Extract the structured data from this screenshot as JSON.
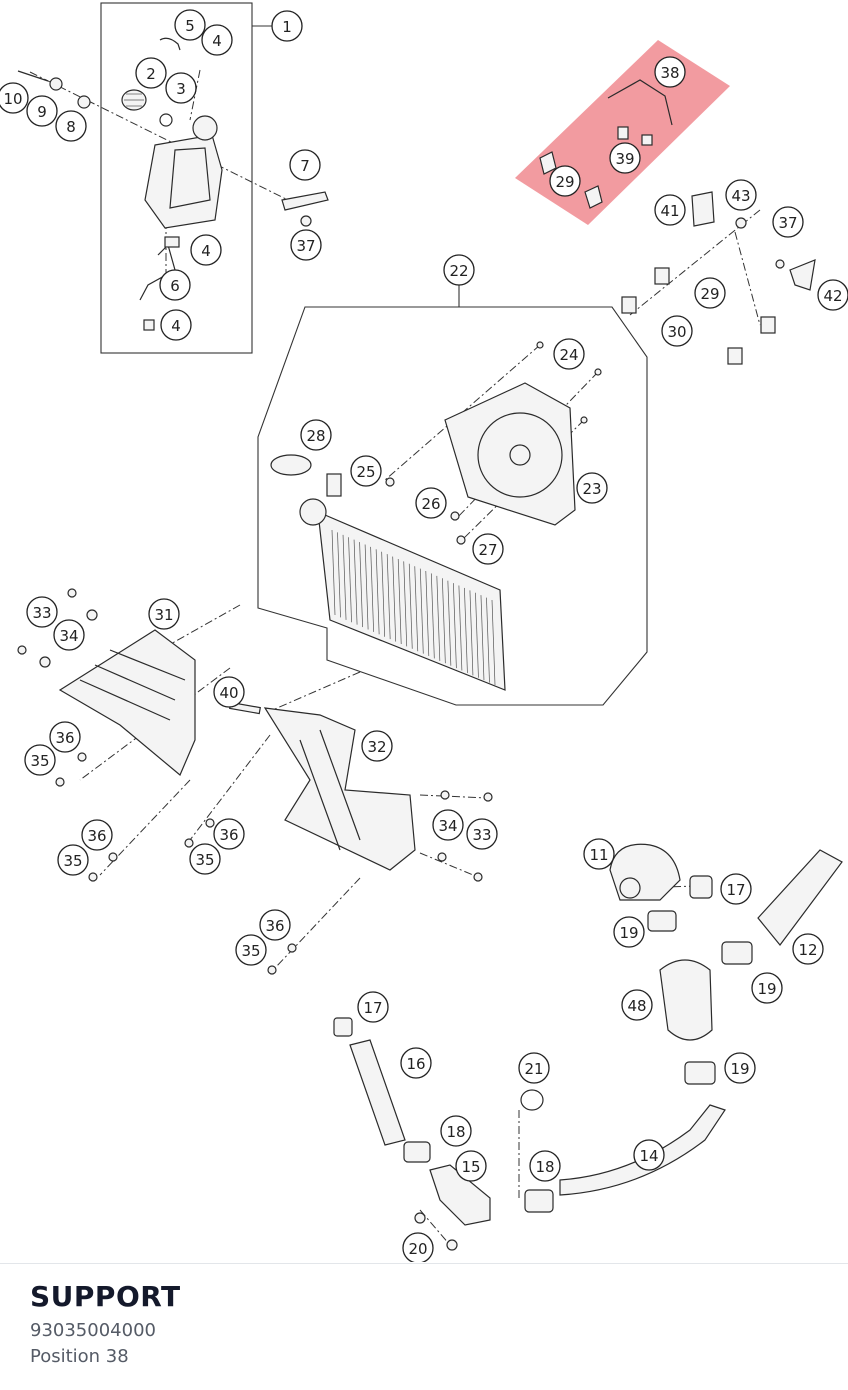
{
  "diagram": {
    "highlight_color": "#f08a8f",
    "callouts": [
      {
        "id": "c1",
        "label": "1"
      },
      {
        "id": "c5",
        "label": "5"
      },
      {
        "id": "c4a",
        "label": "4"
      },
      {
        "id": "c2",
        "label": "2"
      },
      {
        "id": "c3",
        "label": "3"
      },
      {
        "id": "c10",
        "label": "10"
      },
      {
        "id": "c9",
        "label": "9"
      },
      {
        "id": "c8",
        "label": "8"
      },
      {
        "id": "c7",
        "label": "7"
      },
      {
        "id": "c37a",
        "label": "37"
      },
      {
        "id": "c4b",
        "label": "4"
      },
      {
        "id": "c6",
        "label": "6"
      },
      {
        "id": "c4c",
        "label": "4"
      },
      {
        "id": "c38",
        "label": "38"
      },
      {
        "id": "c39",
        "label": "39"
      },
      {
        "id": "c29a",
        "label": "29"
      },
      {
        "id": "c41",
        "label": "41"
      },
      {
        "id": "c43",
        "label": "43"
      },
      {
        "id": "c37b",
        "label": "37"
      },
      {
        "id": "c29b",
        "label": "29"
      },
      {
        "id": "c42",
        "label": "42"
      },
      {
        "id": "c30",
        "label": "30"
      },
      {
        "id": "c22",
        "label": "22"
      },
      {
        "id": "c24",
        "label": "24"
      },
      {
        "id": "c28",
        "label": "28"
      },
      {
        "id": "c25",
        "label": "25"
      },
      {
        "id": "c23",
        "label": "23"
      },
      {
        "id": "c26",
        "label": "26"
      },
      {
        "id": "c27",
        "label": "27"
      },
      {
        "id": "c33a",
        "label": "33"
      },
      {
        "id": "c31",
        "label": "31"
      },
      {
        "id": "c34a",
        "label": "34"
      },
      {
        "id": "c40",
        "label": "40"
      },
      {
        "id": "c36a",
        "label": "36"
      },
      {
        "id": "c35a",
        "label": "35"
      },
      {
        "id": "c32",
        "label": "32"
      },
      {
        "id": "c34b",
        "label": "34"
      },
      {
        "id": "c33b",
        "label": "33"
      },
      {
        "id": "c36b",
        "label": "36"
      },
      {
        "id": "c35b",
        "label": "35"
      },
      {
        "id": "c36c",
        "label": "36"
      },
      {
        "id": "c35c",
        "label": "35"
      },
      {
        "id": "c36d",
        "label": "36"
      },
      {
        "id": "c35d",
        "label": "35"
      },
      {
        "id": "c11",
        "label": "11"
      },
      {
        "id": "c17a",
        "label": "17"
      },
      {
        "id": "c19a",
        "label": "19"
      },
      {
        "id": "c12",
        "label": "12"
      },
      {
        "id": "c48",
        "label": "48"
      },
      {
        "id": "c19b",
        "label": "19"
      },
      {
        "id": "c17b",
        "label": "17"
      },
      {
        "id": "c16",
        "label": "16"
      },
      {
        "id": "c21",
        "label": "21"
      },
      {
        "id": "c19c",
        "label": "19"
      },
      {
        "id": "c18a",
        "label": "18"
      },
      {
        "id": "c14",
        "label": "14"
      },
      {
        "id": "c15",
        "label": "15"
      },
      {
        "id": "c18b",
        "label": "18"
      },
      {
        "id": "c20",
        "label": "20"
      }
    ]
  },
  "part": {
    "name": "SUPPORT",
    "number": "93035004000",
    "position": "Position 38"
  }
}
